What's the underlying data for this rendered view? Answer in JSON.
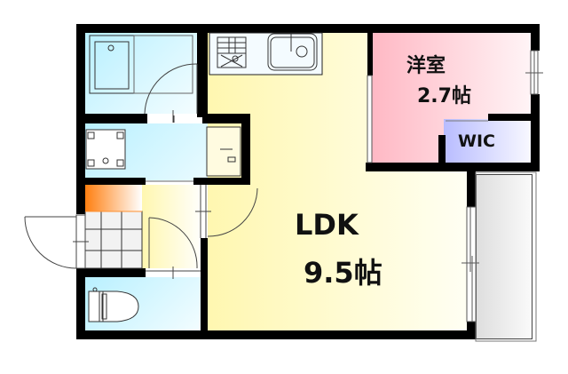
{
  "floorplan": {
    "rooms": [
      {
        "id": "ldk",
        "name": "LDK",
        "size": "9.5帖",
        "color": "#fffcc8"
      },
      {
        "id": "western",
        "name": "洋室",
        "size": "2.7帖",
        "color": "#ffc0cc"
      },
      {
        "id": "wic",
        "name": "WIC",
        "color": "#c0c4ff"
      },
      {
        "id": "bath",
        "color": "#c8f4ff"
      },
      {
        "id": "washroom",
        "color": "#c8f4ff"
      },
      {
        "id": "toilet",
        "color": "#c8f4ff"
      },
      {
        "id": "entrance",
        "color": "#f0f0f0"
      },
      {
        "id": "shoe-storage",
        "color": "#ff8c1a"
      },
      {
        "id": "hallway",
        "color": "#fffcc8"
      },
      {
        "id": "balcony",
        "color": "#e6e6e6"
      }
    ],
    "fixtures": [
      "kitchen-stove",
      "kitchen-sink",
      "bathtub",
      "washing-machine",
      "wash-basin",
      "toilet"
    ]
  }
}
